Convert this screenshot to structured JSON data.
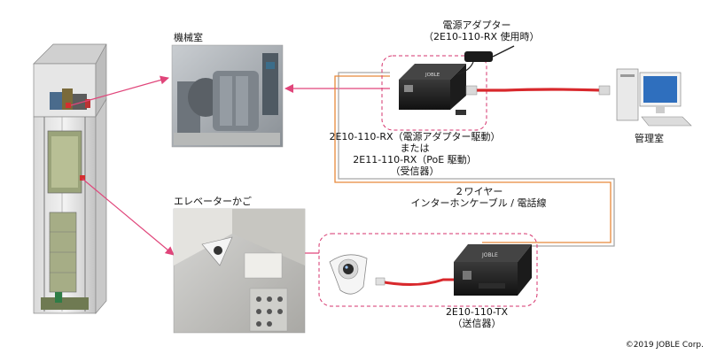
{
  "labels": {
    "machine_room": "機械室",
    "elevator_cage": "エレベーターかご",
    "power_adapter_line1": "電源アダプター",
    "power_adapter_line2": "（2E10-110-RX 使用時）",
    "receiver_line1": "2E10-110-RX（電源アダプター駆動）",
    "receiver_line2": "または",
    "receiver_line3": "2E11-110-RX（PoE 駆動）",
    "receiver_line4": "（受信器）",
    "cable_line1": "２ワイヤー",
    "cable_line2": "インターホンケーブル / 電話線",
    "control_room": "管理室",
    "transmitter_line1": "2E10-110-TX",
    "transmitter_line2": "（送信器）",
    "copyright": "©2019 JOBLE Corp."
  },
  "colors": {
    "pink_arrow": "#e0457a",
    "dashed_outline": "#d6336c",
    "cable_orange": "#e8893a",
    "cable_gray": "#a8a8a8",
    "lan_red": "#d8282c"
  },
  "icons": {
    "elevator": "elevator-shaft-icon",
    "camera": "dome-camera-icon",
    "receiver": "receiver-box-icon",
    "transmitter": "transmitter-box-icon",
    "adapter": "power-adapter-icon",
    "computer": "desktop-computer-icon"
  }
}
